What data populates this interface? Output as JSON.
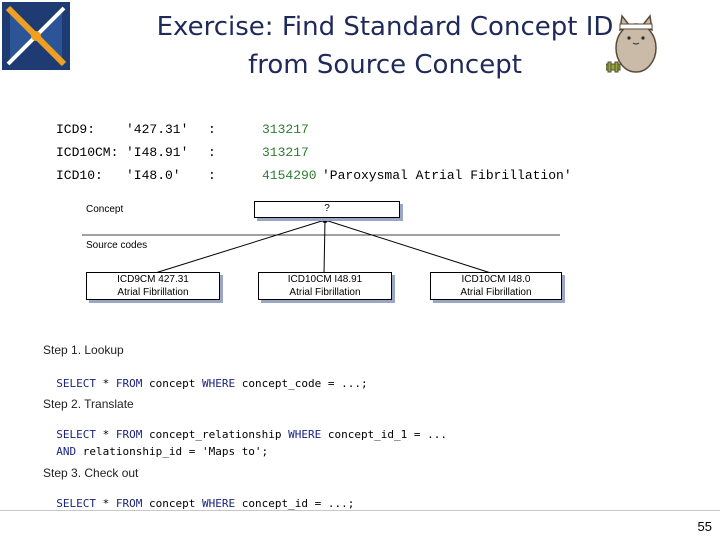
{
  "title_line1": "Exercise: Find Standard Concept ID",
  "title_line2": "from Source Concept",
  "codes": [
    {
      "label": "ICD9:",
      "code": "'427.31'",
      "sep": ":",
      "id": "313217",
      "name": ""
    },
    {
      "label": "ICD10CM:",
      "code": "'I48.91'",
      "sep": ":",
      "id": "313217",
      "name": ""
    },
    {
      "label": "ICD10:",
      "code": "'I48.0'",
      "sep": ":",
      "id": "4154290",
      "name": "'Paroxysmal Atrial Fibrillation'"
    }
  ],
  "diagram": {
    "concept_label": "Concept",
    "concept_box": "?",
    "source_codes_label": "Source codes",
    "source_boxes": [
      {
        "line1": "ICD9CM 427.31",
        "line2": "Atrial Fibrillation"
      },
      {
        "line1": "ICD10CM I48.91",
        "line2": "Atrial Fibrillation"
      },
      {
        "line1": "ICD10CM I48.0",
        "line2": "Atrial Fibrillation"
      }
    ]
  },
  "steps": {
    "step1_title": "Step 1. Lookup",
    "step1_sql": {
      "kw1": "SELECT",
      "a": " * ",
      "kw2": "FROM",
      "b": " concept ",
      "kw3": "WHERE",
      "c": " concept_code = ...;"
    },
    "step2_title": "Step 2. Translate",
    "step2_sql_line1": {
      "kw1": "SELECT",
      "a": " * ",
      "kw2": "FROM",
      "b": " concept_relationship ",
      "kw3": "WHERE",
      "c": " concept_id_1 = ..."
    },
    "step2_sql_line2": {
      "kw1": "AND",
      "a": " relationship_id = 'Maps to';"
    },
    "step3_title": "Step 3. Check out",
    "step3_sql": {
      "kw1": "SELECT",
      "a": " * ",
      "kw2": "FROM",
      "b": " concept ",
      "kw3": "WHERE",
      "c": " concept_id = ...;"
    }
  },
  "page_number": "55",
  "colors": {
    "title": "#1f2a5a",
    "logo_blue": "#1f3b73",
    "logo_orange": "#f0a020",
    "keyword": "#1a237e"
  },
  "icons": {
    "logo": "ohdsi-logo",
    "mascot": "pusheen-cat-icon"
  }
}
